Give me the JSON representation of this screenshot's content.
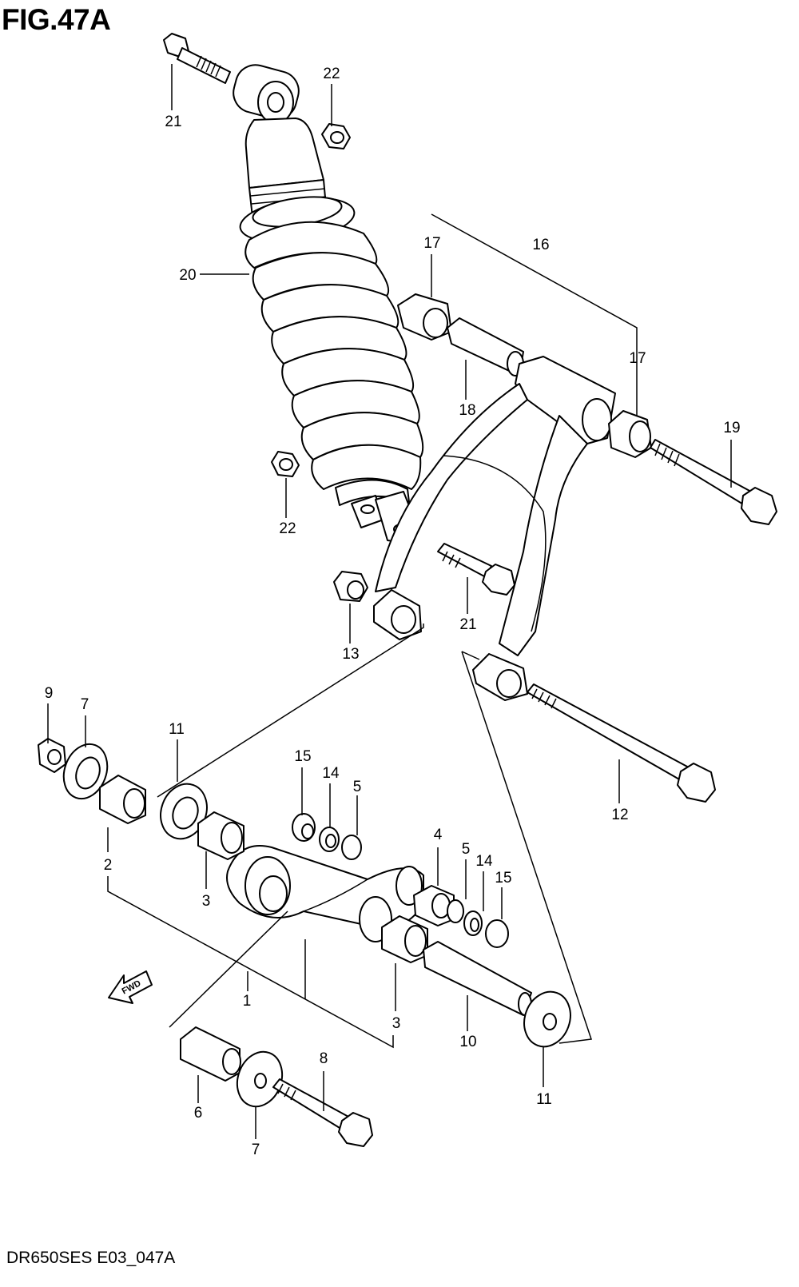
{
  "figure_title": "FIG.47A",
  "footer_code": "DR650SES E03_047A",
  "fwd_arrow_label": "FWD",
  "callouts": {
    "c21_top": "21",
    "c22_top": "22",
    "c20": "20",
    "c22_mid": "22",
    "c17_top": "17",
    "c16": "16",
    "c17_right": "17",
    "c18": "18",
    "c19": "19",
    "c21_mid": "21",
    "c13": "13",
    "c9": "9",
    "c7_top": "7",
    "c11_top": "11",
    "c15_left": "15",
    "c14_left": "14",
    "c5_left": "5",
    "c2": "2",
    "c3_left": "3",
    "c4": "4",
    "c5_right": "5",
    "c14_right": "14",
    "c15_right": "15",
    "c12": "12",
    "c1": "1",
    "c3_right": "3",
    "c10": "10",
    "c8": "8",
    "c6": "6",
    "c7_bottom": "7",
    "c11_bottom": "11"
  }
}
